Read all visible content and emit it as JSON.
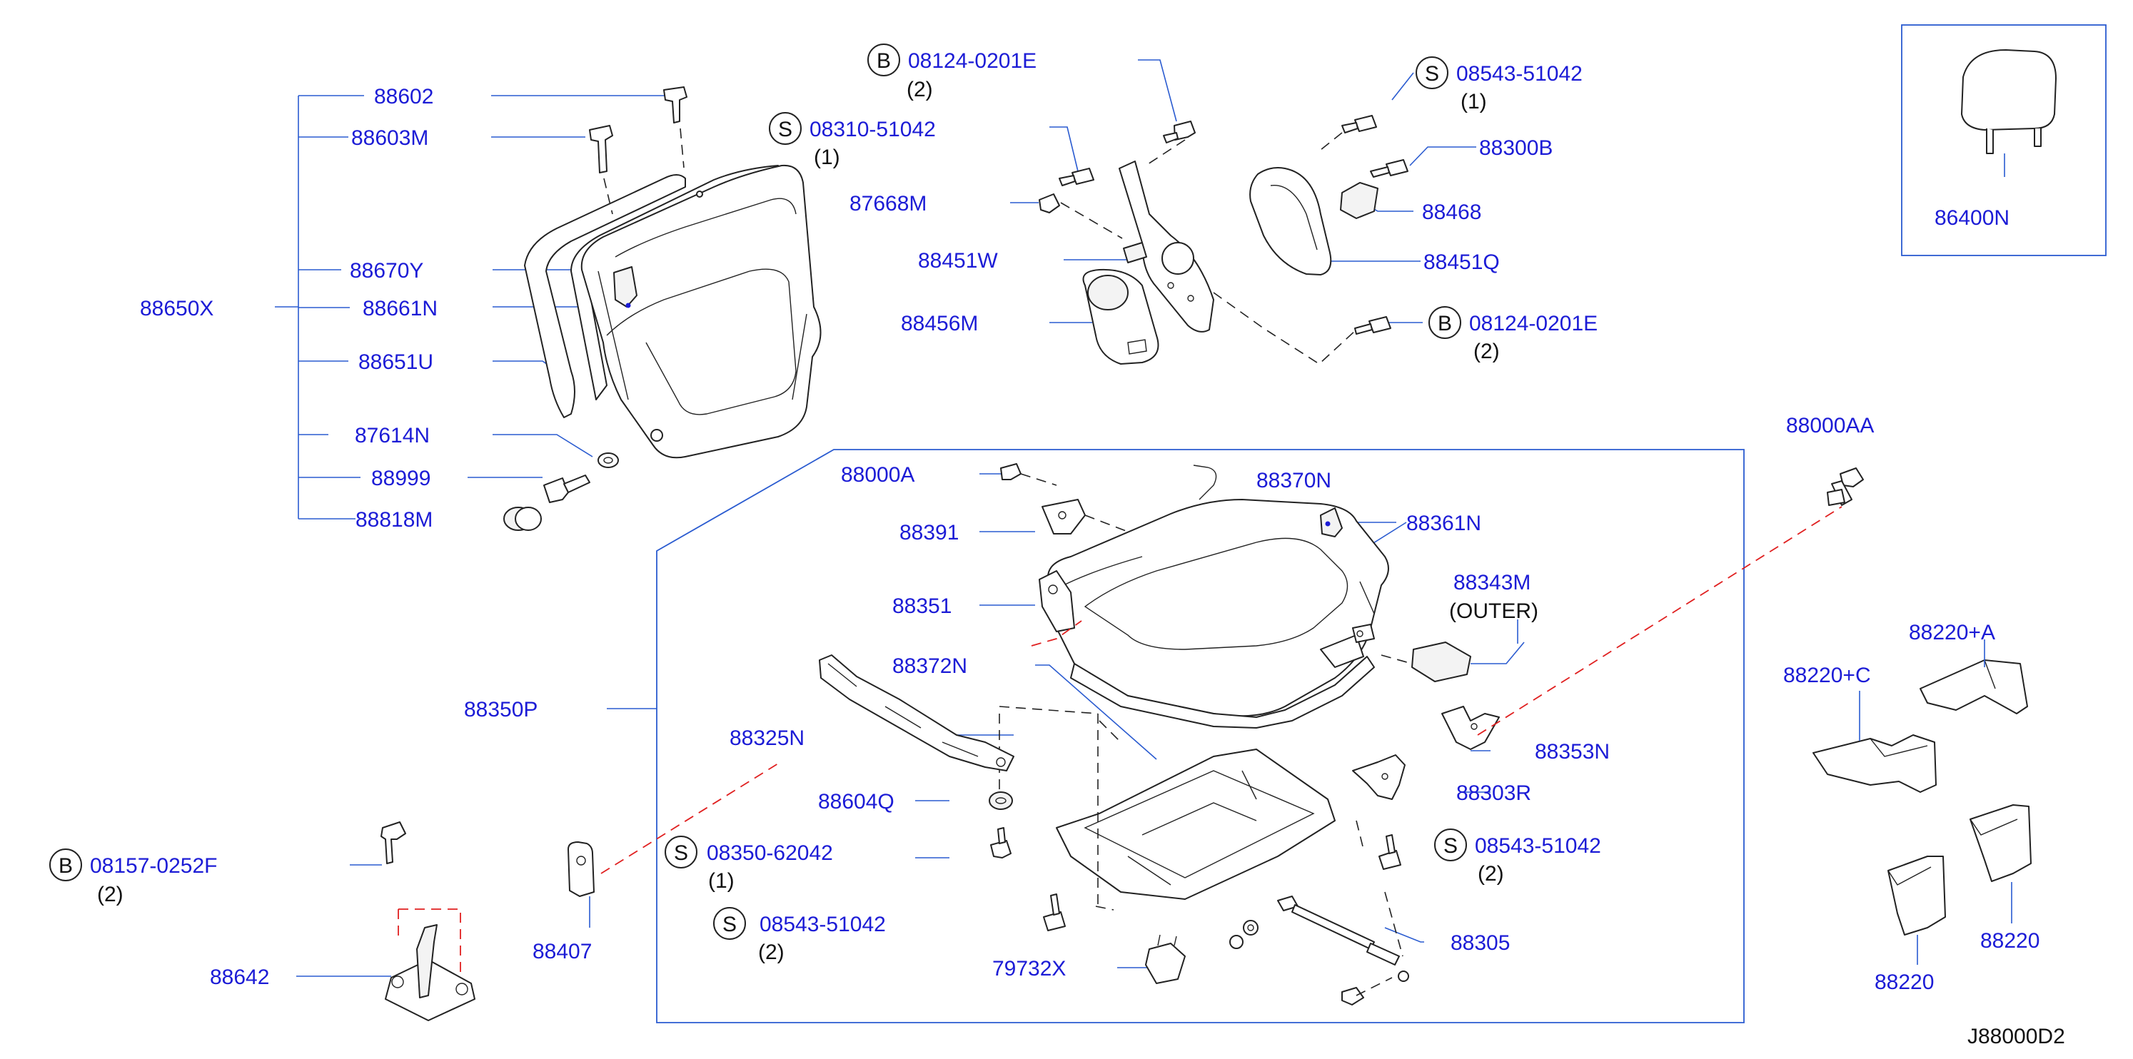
{
  "diagram_ref": "J88000D2",
  "prefix_letters": {
    "b": "B",
    "s": "S"
  },
  "groups": {
    "seat_back": "88650X",
    "cushion_assy": "88350P"
  },
  "labels": {
    "l88602": "88602",
    "l88603M": "88603M",
    "l88670Y": "88670Y",
    "l88661N": "88661N",
    "l88651U": "88651U",
    "l87614N": "87614N",
    "l88999": "88999",
    "l88818M": "88818M",
    "l87668M": "87668M",
    "l88451W": "88451W",
    "l88456M": "88456M",
    "l88300B": "88300B",
    "l88468": "88468",
    "l88451Q": "88451Q",
    "l86400N": "86400N",
    "l88000AA": "88000AA",
    "l88000A": "88000A",
    "l88391": "88391",
    "l88351": "88351",
    "l88372N": "88372N",
    "l88370N": "88370N",
    "l88361N": "88361N",
    "l88343M": "88343M",
    "l88343M_note": "(OUTER)",
    "l88325N": "88325N",
    "l88604Q": "88604Q",
    "l88353N": "88353N",
    "l88303R": "88303R",
    "l88305": "88305",
    "l79732X": "79732X",
    "l88407": "88407",
    "l88642": "88642",
    "l88220C": "88220+C",
    "l88220A": "88220+A",
    "l88220a": "88220",
    "l88220b": "88220"
  },
  "fasteners": {
    "f1": {
      "code": "08124-0201E",
      "qty": "(2)"
    },
    "f2": {
      "code": "08310-51042",
      "qty": "(1)"
    },
    "f3": {
      "code": "08543-51042",
      "qty": "(1)"
    },
    "f4": {
      "code": "08124-0201E",
      "qty": "(2)"
    },
    "f5": {
      "code": "08350-62042",
      "qty": "(1)"
    },
    "f6": {
      "code": "08543-51042",
      "qty": "(2)"
    },
    "f7": {
      "code": "08543-51042",
      "qty": "(2)"
    },
    "f8": {
      "code": "08157-0252F",
      "qty": "(2)"
    }
  },
  "colors": {
    "label": "#1c1cd6",
    "leader": "#2a5bd0",
    "red_dash": "#e02020",
    "line": "#222222"
  }
}
